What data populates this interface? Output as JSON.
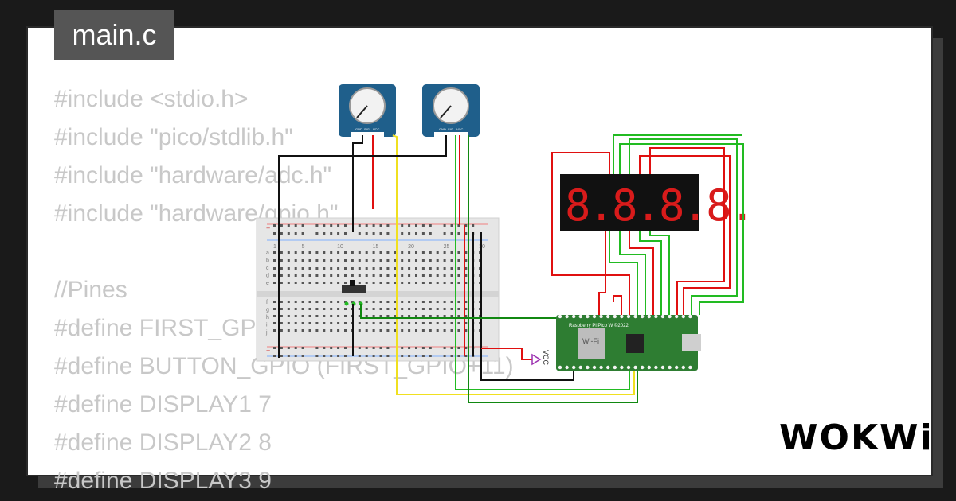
{
  "editor": {
    "tab_label": "main.c",
    "code_lines": [
      "#include <stdio.h>",
      "#include \"pico/stdlib.h\"",
      "#include \"hardware/adc.h\"",
      "#include \"hardware/gpio.h\"",
      "",
      "//Pines",
      "#define FIRST_GPIO 2",
      "#define BUTTON_GPIO (FIRST_GPIO+11)",
      "#define DISPLAY1 7",
      "#define DISPLAY2 8",
      "#define DISPLAY3 9"
    ]
  },
  "circuit": {
    "potentiometer_pins": [
      "GND",
      "SIG",
      "VCC"
    ],
    "display_digits": "8.8.8.8.",
    "pico_label": "Raspberry Pi Pico W ©2022",
    "pico_wifi": "Wi-Fi",
    "vcc_label": "VCC",
    "breadboard_numbers": [
      "1",
      "5",
      "10",
      "15",
      "20",
      "25",
      "30"
    ],
    "breadboard_rows_top": [
      "a",
      "b",
      "c",
      "d",
      "e"
    ],
    "breadboard_rows_bottom": [
      "f",
      "g",
      "h",
      "i",
      "j"
    ],
    "colors": {
      "wire_red": "#e01010",
      "wire_green": "#22bb22",
      "wire_black": "#111111",
      "wire_yellow": "#f0e020",
      "wire_darkgreen": "#118811",
      "pico_board": "#2e7d32",
      "pot_module": "#1f5f8b",
      "display_digit": "#d81b1b"
    }
  },
  "brand": {
    "logo": "WOKWi"
  }
}
